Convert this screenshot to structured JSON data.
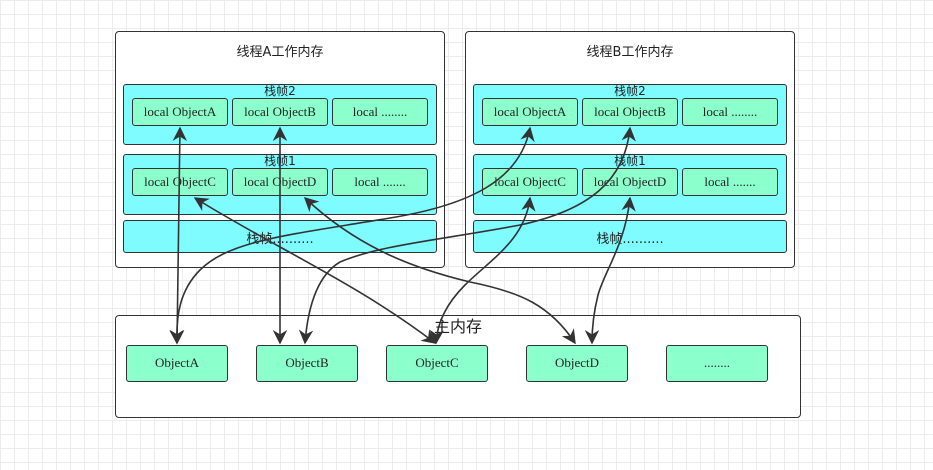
{
  "thread_a": {
    "title": "线程A工作内存",
    "frame2": {
      "title": "栈帧2",
      "locals": [
        "local ObjectA",
        "local ObjectB",
        "local ........"
      ]
    },
    "frame1": {
      "title": "栈帧1",
      "locals": [
        "local ObjectC",
        "local ObjectD",
        "local ......."
      ]
    },
    "frame_more": "栈帧.........."
  },
  "thread_b": {
    "title": "线程B工作内存",
    "frame2": {
      "title": "栈帧2",
      "locals": [
        "local ObjectA",
        "local ObjectB",
        "local ........"
      ]
    },
    "frame1": {
      "title": "栈帧1",
      "locals": [
        "local ObjectC",
        "local ObjectD",
        "local ......."
      ]
    },
    "frame_more": "栈帧.........."
  },
  "main_memory": {
    "title": "主内存",
    "objects": [
      "ObjectA",
      "ObjectB",
      "ObjectC",
      "ObjectD",
      "........"
    ]
  },
  "colors": {
    "frame_fill": "#7ffcff",
    "object_fill": "#8bffcc",
    "stroke": "#333333"
  }
}
